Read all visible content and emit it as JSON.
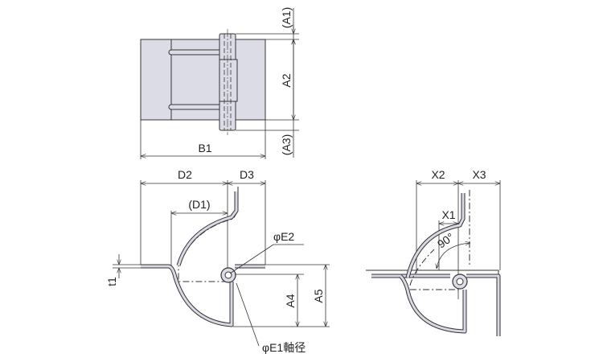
{
  "colors": {
    "plate_fill": "#dcdce7",
    "line": "#333333"
  },
  "top_view": {
    "a1": "(A1)",
    "a2": "A2",
    "a3": "(A3)",
    "b1": "B1"
  },
  "side_view": {
    "d1": "(D1)",
    "d2": "D2",
    "d3": "D3",
    "t1": "t1",
    "a4": "A4",
    "a5": "A5",
    "e2": "φE2",
    "e1": "φE1軸径"
  },
  "open_view": {
    "x1": "X1",
    "x2": "X2",
    "x3": "X3",
    "angle": "90°"
  }
}
